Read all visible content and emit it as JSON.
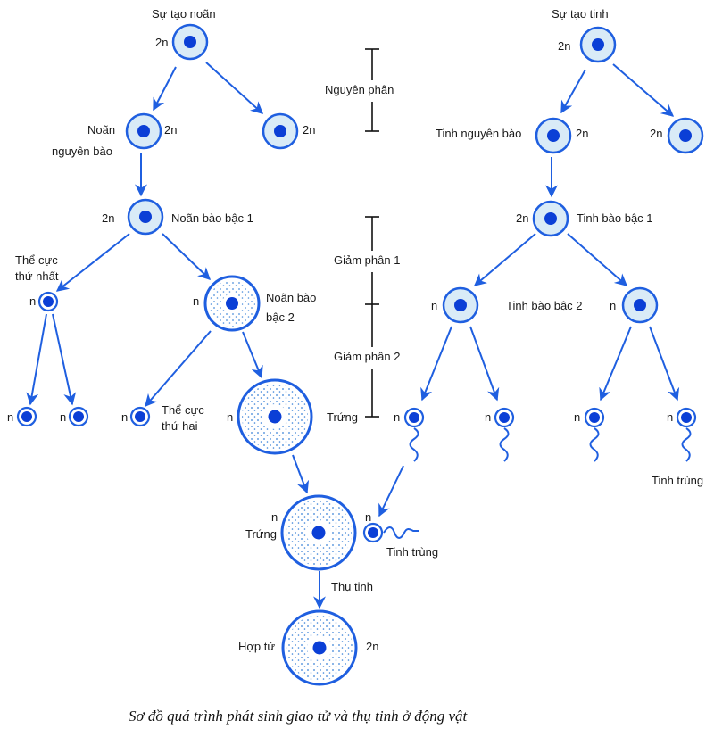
{
  "title": "Sơ đồ quá trình phát sinh giao tử và thụ tinh ở động vật",
  "colors": {
    "cell": "#1f5fe0",
    "nucleus": "#0b3fd6",
    "cytoplasm": "#d9ebf7",
    "dots": "#3a82d8",
    "text": "#1a1a1a"
  },
  "oogenesis": {
    "heading": "Sự tạo noãn",
    "labels": {
      "ploidy_2n": "2n",
      "ploidy_n": "n",
      "oogonium": [
        "Noãn",
        "nguyên bào"
      ],
      "primary_oocyte": "Noãn bào bậc 1",
      "first_polar_body": [
        "Thể cực",
        "thứ nhất"
      ],
      "secondary_oocyte": [
        "Noãn bào",
        "bậc 2"
      ],
      "second_polar_body": [
        "Thể cực",
        "thứ hai"
      ],
      "egg": "Trứng"
    }
  },
  "spermatogenesis": {
    "heading": "Sự tạo tinh",
    "labels": {
      "spermatogonium": "Tinh nguyên bào",
      "primary_spermatocyte": "Tinh bào bậc 1",
      "secondary_spermatocyte": "Tinh bào bậc 2",
      "sperm": "Tinh trùng"
    }
  },
  "phases": [
    {
      "name": "Nguyên phân"
    },
    {
      "name": "Giảm phân 1"
    },
    {
      "name": "Giảm phân 2"
    }
  ],
  "fertilization": {
    "egg_label": "Trứng",
    "sperm_label": "Tinh trùng",
    "ploidy_egg": "n",
    "ploidy_sperm": "n",
    "process": "Thụ tinh",
    "zygote_label": "Hợp tử",
    "zygote_ploidy": "2n"
  }
}
